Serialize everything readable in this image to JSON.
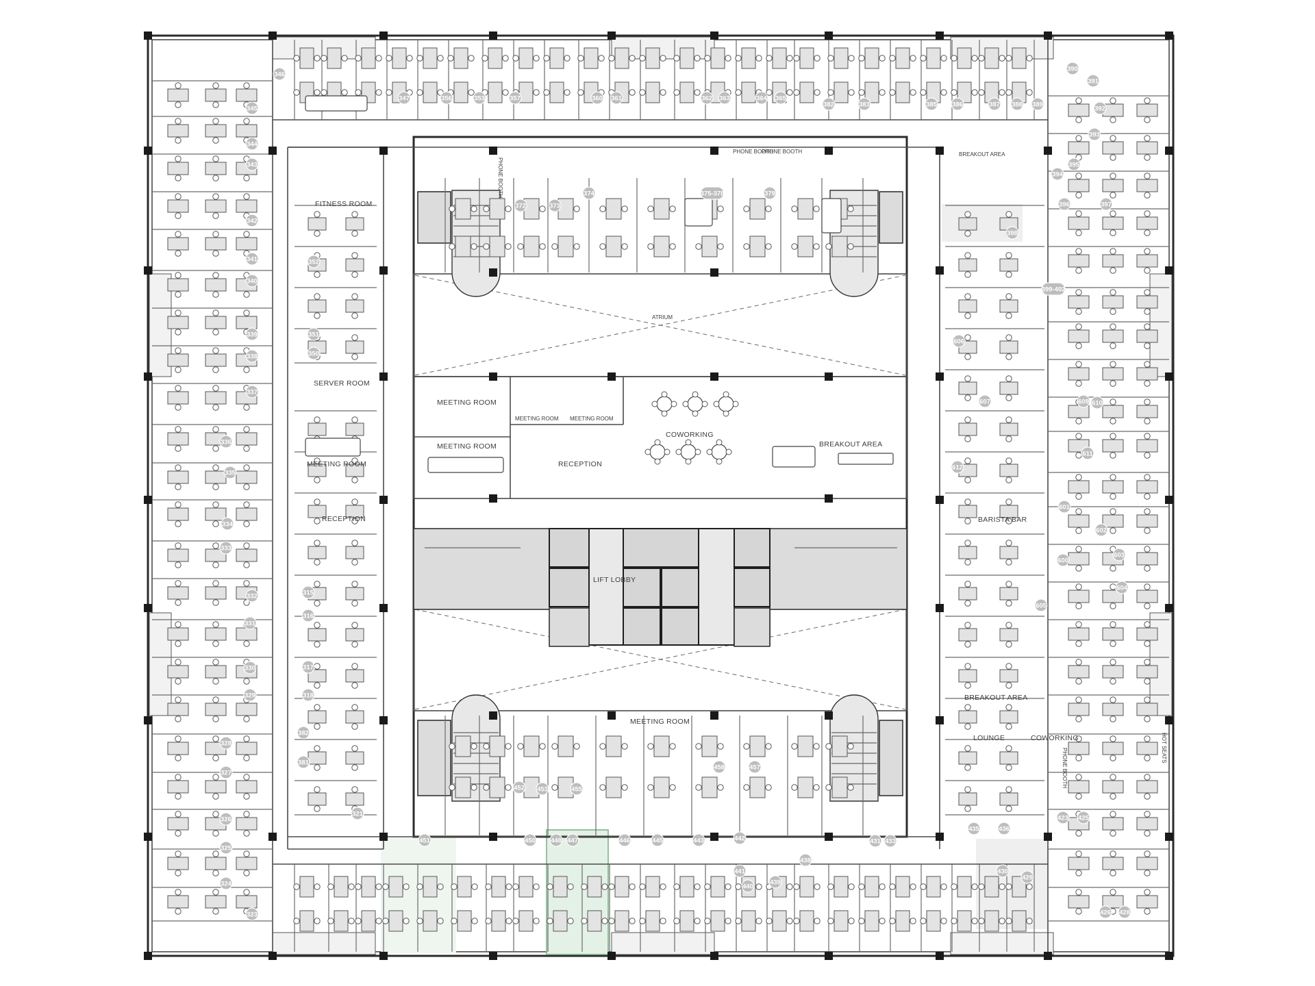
{
  "floorplan": {
    "room_labels": [
      {
        "id": "fitness",
        "text": "FITNESS ROOM"
      },
      {
        "id": "server",
        "text": "SERVER ROOM"
      },
      {
        "id": "meeting_west",
        "text": "MEETING ROOM"
      },
      {
        "id": "reception_west",
        "text": "RECEPTION"
      },
      {
        "id": "atrium",
        "text": "ATRIUM"
      },
      {
        "id": "meeting_c1",
        "text": "MEETING ROOM"
      },
      {
        "id": "meeting_c2",
        "text": "MEETING ROOM"
      },
      {
        "id": "meeting_c3",
        "text": "MEETING ROOM"
      },
      {
        "id": "meeting_c4",
        "text": "MEETING ROOM"
      },
      {
        "id": "reception_c",
        "text": "RECEPTION"
      },
      {
        "id": "coworking_c",
        "text": "COWORKING"
      },
      {
        "id": "breakout_c",
        "text": "BREAKOUT AREA"
      },
      {
        "id": "lift_lobby",
        "text": "LIFT LOBBY"
      },
      {
        "id": "meeting_s",
        "text": "MEETING ROOM"
      },
      {
        "id": "breakout_ne",
        "text": "BREAKOUT AREA"
      },
      {
        "id": "barista",
        "text": "BARISTA BAR"
      },
      {
        "id": "breakout_e",
        "text": "BREAKOUT AREA"
      },
      {
        "id": "lounge",
        "text": "LOUNGE"
      },
      {
        "id": "coworking_e",
        "text": "COWORKING"
      },
      {
        "id": "phone1",
        "text": "PHONE BOOTH"
      },
      {
        "id": "phone2",
        "text": "PHONE BOOTH"
      },
      {
        "id": "phone3",
        "text": "PHONE BOOTH"
      },
      {
        "id": "phone4",
        "text": "PHONE BOOTH"
      },
      {
        "id": "hot_seats",
        "text": "HOT SEATS"
      }
    ],
    "room_numbers": [
      {
        "id": "n346",
        "text": "346"
      },
      {
        "id": "n345",
        "text": "345"
      },
      {
        "id": "n344",
        "text": "344"
      },
      {
        "id": "n343",
        "text": "343"
      },
      {
        "id": "n342",
        "text": "342"
      },
      {
        "id": "n341",
        "text": "341"
      },
      {
        "id": "n340",
        "text": "340"
      },
      {
        "id": "n339",
        "text": "339"
      },
      {
        "id": "n338",
        "text": "338"
      },
      {
        "id": "n337",
        "text": "337"
      },
      {
        "id": "n336",
        "text": "336"
      },
      {
        "id": "n335",
        "text": "335"
      },
      {
        "id": "n334",
        "text": "334"
      },
      {
        "id": "n333",
        "text": "333"
      },
      {
        "id": "n332",
        "text": "332"
      },
      {
        "id": "n331",
        "text": "331"
      },
      {
        "id": "n330",
        "text": "330"
      },
      {
        "id": "n329",
        "text": "329"
      },
      {
        "id": "n328",
        "text": "328"
      },
      {
        "id": "n327",
        "text": "327"
      },
      {
        "id": "n326",
        "text": "326"
      },
      {
        "id": "n325",
        "text": "325"
      },
      {
        "id": "n324",
        "text": "324"
      },
      {
        "id": "n323",
        "text": "323"
      },
      {
        "id": "n347",
        "text": "347"
      },
      {
        "id": "n356",
        "text": "356"
      },
      {
        "id": "n353",
        "text": "353"
      },
      {
        "id": "n357",
        "text": "357"
      },
      {
        "id": "n360",
        "text": "360"
      },
      {
        "id": "n361",
        "text": "361"
      },
      {
        "id": "n362",
        "text": "362"
      },
      {
        "id": "n363",
        "text": "363"
      },
      {
        "id": "n364",
        "text": "364"
      },
      {
        "id": "n365",
        "text": "365"
      },
      {
        "id": "n382",
        "text": "382"
      },
      {
        "id": "n383",
        "text": "383"
      },
      {
        "id": "n385",
        "text": "385"
      },
      {
        "id": "n386",
        "text": "386"
      },
      {
        "id": "n387",
        "text": "387"
      },
      {
        "id": "n388",
        "text": "388"
      },
      {
        "id": "n389",
        "text": "389"
      },
      {
        "id": "n390",
        "text": "390"
      },
      {
        "id": "n391",
        "text": "391"
      },
      {
        "id": "n392",
        "text": "392"
      },
      {
        "id": "n393",
        "text": "393"
      },
      {
        "id": "n394",
        "text": "394"
      },
      {
        "id": "n395",
        "text": "395"
      },
      {
        "id": "n396",
        "text": "396"
      },
      {
        "id": "n397",
        "text": "397"
      },
      {
        "id": "n398",
        "text": "398"
      },
      {
        "id": "n372",
        "text": "372"
      },
      {
        "id": "n373",
        "text": "373"
      },
      {
        "id": "n374",
        "text": "374"
      },
      {
        "id": "n375_378",
        "text": "375-378"
      },
      {
        "id": "n379",
        "text": "379"
      },
      {
        "id": "n352",
        "text": "352"
      },
      {
        "id": "n351",
        "text": "351"
      },
      {
        "id": "n350",
        "text": "350"
      },
      {
        "id": "n399_402",
        "text": "399-402"
      },
      {
        "id": "n606",
        "text": "606"
      },
      {
        "id": "n607",
        "text": "607"
      },
      {
        "id": "n609",
        "text": "609"
      },
      {
        "id": "n610",
        "text": "610"
      },
      {
        "id": "n611",
        "text": "611"
      },
      {
        "id": "n612",
        "text": "612"
      },
      {
        "id": "n601",
        "text": "601"
      },
      {
        "id": "n602",
        "text": "602"
      },
      {
        "id": "n600",
        "text": "600"
      },
      {
        "id": "n603",
        "text": "603"
      },
      {
        "id": "n604",
        "text": "604"
      },
      {
        "id": "n605",
        "text": "605"
      },
      {
        "id": "n315",
        "text": "315"
      },
      {
        "id": "n316",
        "text": "316"
      },
      {
        "id": "n317",
        "text": "317"
      },
      {
        "id": "n318",
        "text": "318"
      },
      {
        "id": "n382b",
        "text": "382"
      },
      {
        "id": "n381",
        "text": "381"
      },
      {
        "id": "n321",
        "text": "321"
      },
      {
        "id": "n451",
        "text": "451"
      },
      {
        "id": "n450",
        "text": "450"
      },
      {
        "id": "n448",
        "text": "448"
      },
      {
        "id": "n447",
        "text": "447"
      },
      {
        "id": "n446",
        "text": "446"
      },
      {
        "id": "n445",
        "text": "445"
      },
      {
        "id": "n443",
        "text": "443"
      },
      {
        "id": "n442",
        "text": "442"
      },
      {
        "id": "n441",
        "text": "441"
      },
      {
        "id": "n440",
        "text": "440"
      },
      {
        "id": "n439",
        "text": "439"
      },
      {
        "id": "n438",
        "text": "438"
      },
      {
        "id": "n431",
        "text": "431"
      },
      {
        "id": "n433",
        "text": "433"
      },
      {
        "id": "n452",
        "text": "452"
      },
      {
        "id": "n453",
        "text": "453"
      },
      {
        "id": "n455",
        "text": "455"
      },
      {
        "id": "n458",
        "text": "458"
      },
      {
        "id": "n457",
        "text": "457"
      },
      {
        "id": "n435",
        "text": "435"
      },
      {
        "id": "n436",
        "text": "436"
      },
      {
        "id": "n430",
        "text": "430"
      },
      {
        "id": "n429",
        "text": "429"
      },
      {
        "id": "n423",
        "text": "423"
      },
      {
        "id": "n425",
        "text": "425"
      },
      {
        "id": "n426",
        "text": "426"
      },
      {
        "id": "n428",
        "text": "428"
      }
    ]
  }
}
